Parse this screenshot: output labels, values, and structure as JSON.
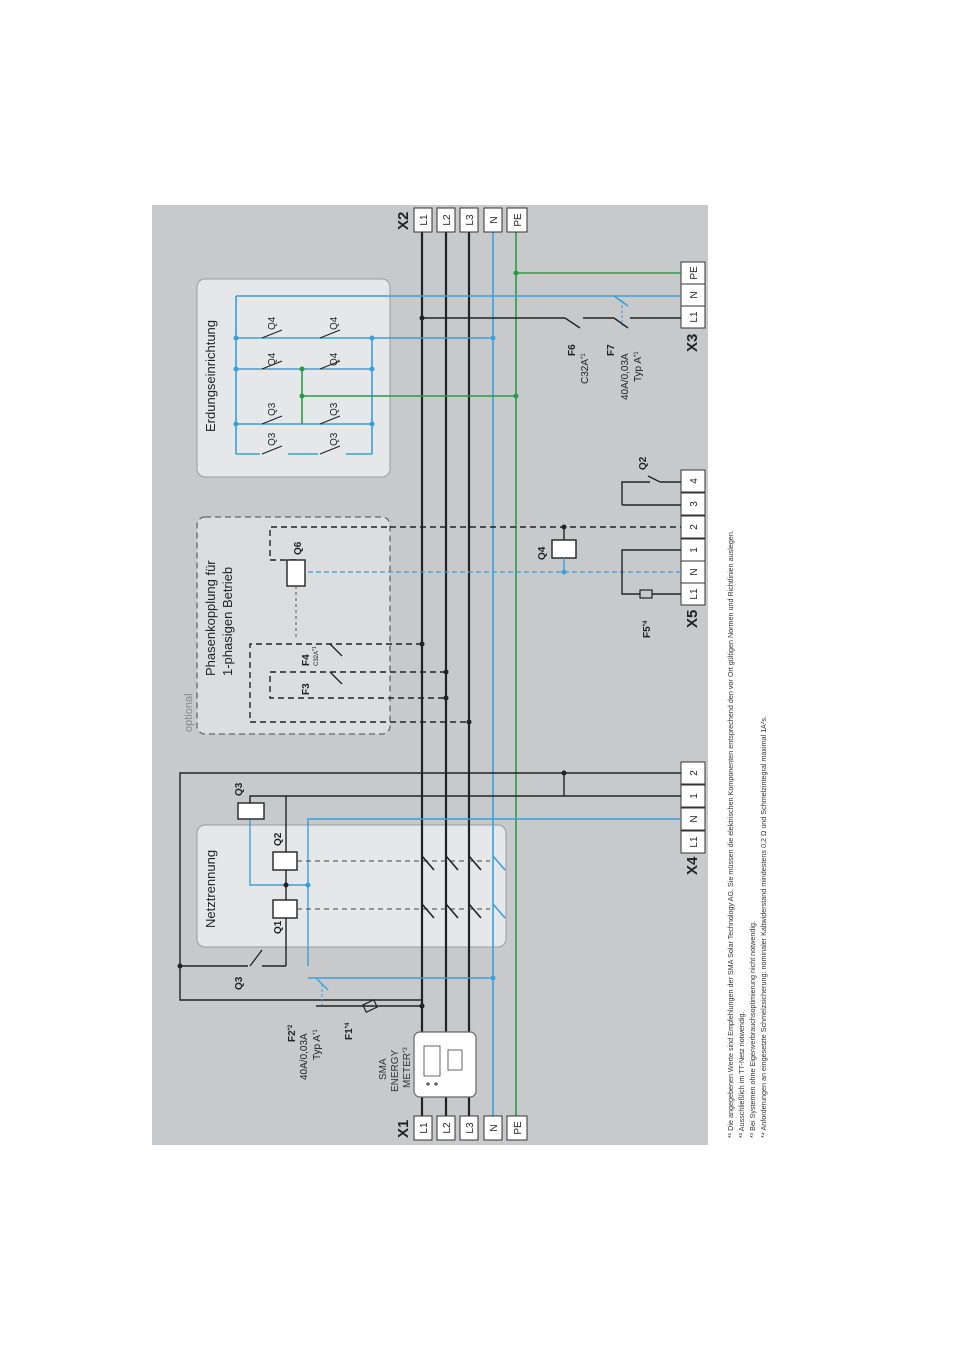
{
  "colors": {
    "panel": "#c8c9cb",
    "box": "#e6e7e8",
    "line": "#222222",
    "blue": "#3aa0dc",
    "green": "#2b9a48"
  },
  "connectors": {
    "x1": {
      "name": "X1",
      "terminals": [
        "L1",
        "L2",
        "L3",
        "N",
        "PE"
      ]
    },
    "x2": {
      "name": "X2",
      "terminals": [
        "L1",
        "L2",
        "L3",
        "N",
        "PE"
      ]
    },
    "x3": {
      "name": "X3",
      "terminals": [
        "L1",
        "N",
        "PE"
      ]
    },
    "x4": {
      "name": "X4",
      "terminals": [
        "L1",
        "N",
        "1",
        "2"
      ]
    },
    "x5": {
      "name": "X5",
      "terminals": [
        "L1",
        "N",
        "1",
        "2",
        "3",
        "4"
      ]
    }
  },
  "boxes": {
    "erdung": "Erdungseinrichtung",
    "phasen_1": "Phasenkopplung für",
    "phasen_2": "1-phasigen Betrieb",
    "optional": "optional",
    "netz": "Netztrennung"
  },
  "labels": {
    "q1": "Q1",
    "q2": "Q2",
    "q3": "Q3",
    "q4": "Q4",
    "q6": "Q6",
    "f1": "F1",
    "f1_sup": "*4",
    "f2": "F2",
    "f2_sup": "*2",
    "f2_rating": "40A/0,03A",
    "f2_type": "Typ A",
    "f2_type_sup": "*1",
    "f3": "F3",
    "f4": "F4",
    "f4_rating": "C32A",
    "f4_sup": "*1",
    "f5": "F5",
    "f5_sup": "*4",
    "f6": "F6",
    "f6_rating": "C32A",
    "f6_sup": "*1",
    "f7": "F7",
    "f7_rating": "40A/0,03A",
    "f7_type": "Typ A",
    "f7_type_sup": "*1",
    "meter_1": "SMA",
    "meter_2": "ENERGY",
    "meter_3": "METER",
    "meter_sup": "*3"
  },
  "footnotes": [
    "*¹ Die angegebenen Werte sind Empfehlungen der SMA Solar Technology AG. Sie müssen die elektrischen Komponenten entsprechend den vor Ort gültigen Normen und Richtlinien auslegen.",
    "*² Ausschließlich im TT-Netz notwendig.",
    "*³ Bei Systemen ohne Eigenverbrauchsoptimierung nicht notwendig.",
    "*⁴ Anforderungen an eingesetzte Schmelzsicherung: nominaler Kaltwiderstand mindestens 0,2 Ω und Schmelzintegral maximal 1A²s."
  ]
}
